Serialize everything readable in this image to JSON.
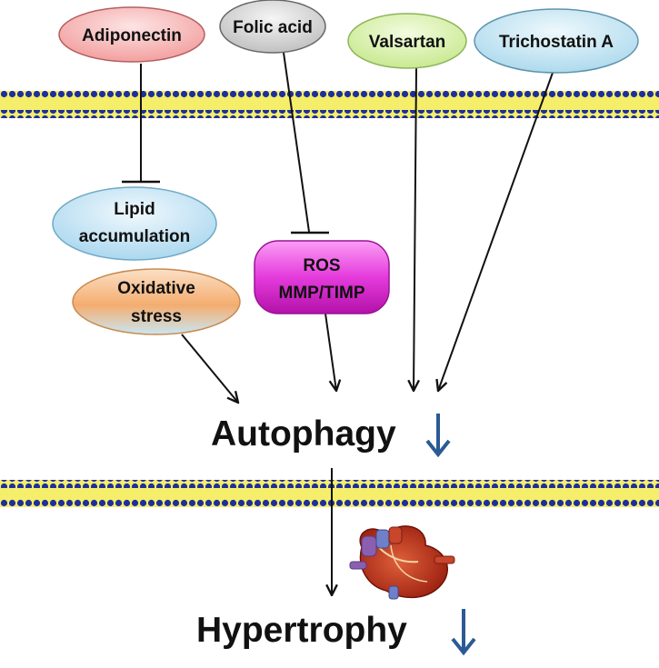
{
  "nodes": {
    "adiponectin": "Adiponectin",
    "folic_acid": "Folic acid",
    "valsartan": "Valsartan",
    "trichostatin": "Trichostatin A",
    "lipid_line1": "Lipid",
    "lipid_line2": "accumulation",
    "oxidative_line1": "Oxidative",
    "oxidative_line2": "stress",
    "ros_line1": "ROS",
    "ros_line2": "MMP/TIMP",
    "autophagy": "Autophagy",
    "hypertrophy": "Hypertrophy"
  },
  "colors": {
    "membrane_blue": "#1f2f9a",
    "membrane_yellow": "#f5ee6a",
    "decrease_arrow": "#2a5b94",
    "adiponectin_fill": "#f4b6b6",
    "folic_acid_fill": "#dcdcdc",
    "valsartan_fill": "#d9f2a6",
    "trichostatin_fill": "#bfe4f2",
    "lipid_fill": "#c6e6f5",
    "oxidative_fill": "#f6b883",
    "ros_fill": "#e83ee0"
  },
  "icons": {
    "heart": "heart-icon",
    "decrease_arrow": "down-arrow-icon"
  }
}
